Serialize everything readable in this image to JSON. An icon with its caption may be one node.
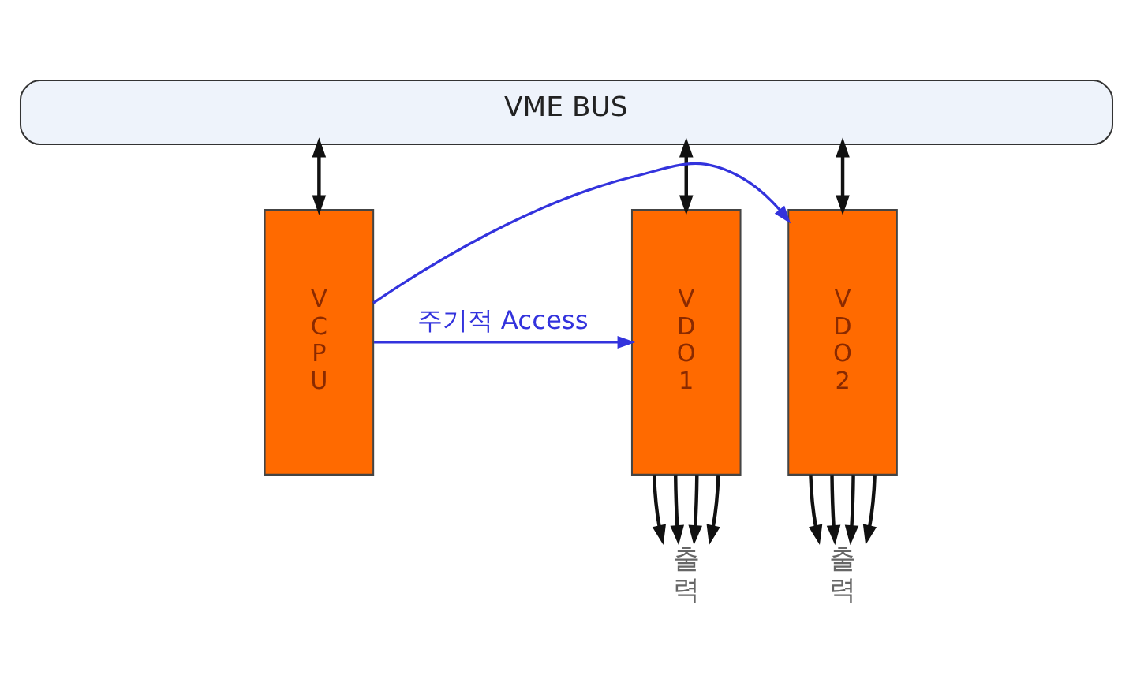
{
  "diagram": {
    "nodes": [
      {
        "text": [
          "VME BUS"
        ]
      },
      {
        "text": [
          "V C P U"
        ]
      },
      {
        "text": [
          "V D O 1"
        ]
      },
      {
        "text": [
          "V D O 2"
        ]
      },
      {
        "text": [
          "출력"
        ]
      },
      {
        "text": [
          "출력"
        ]
      }
    ],
    "edges": [
      {
        "from": 0,
        "to": 1,
        "arrow": "both"
      },
      {
        "from": 0,
        "to": 2,
        "arrow": "both"
      },
      {
        "from": 0,
        "to": 3,
        "arrow": "both"
      },
      {
        "from": 1,
        "to": 2,
        "arrow": "to",
        "label": "주기적 Access",
        "color": "#3333dd"
      },
      {
        "from": 1,
        "to": 3,
        "arrow": "to",
        "color": "#3333dd"
      },
      {
        "from": 2,
        "to": 4,
        "arrow": "to"
      },
      {
        "from": 2,
        "to": 4,
        "arrow": "to"
      },
      {
        "from": 2,
        "to": 4,
        "arrow": "to"
      },
      {
        "from": 2,
        "to": 4,
        "arrow": "to"
      },
      {
        "from": 3,
        "to": 5,
        "arrow": "to"
      },
      {
        "from": 3,
        "to": 5,
        "arrow": "to"
      },
      {
        "from": 3,
        "to": 5,
        "arrow": "to"
      },
      {
        "from": 3,
        "to": 5,
        "arrow": "to"
      }
    ]
  }
}
